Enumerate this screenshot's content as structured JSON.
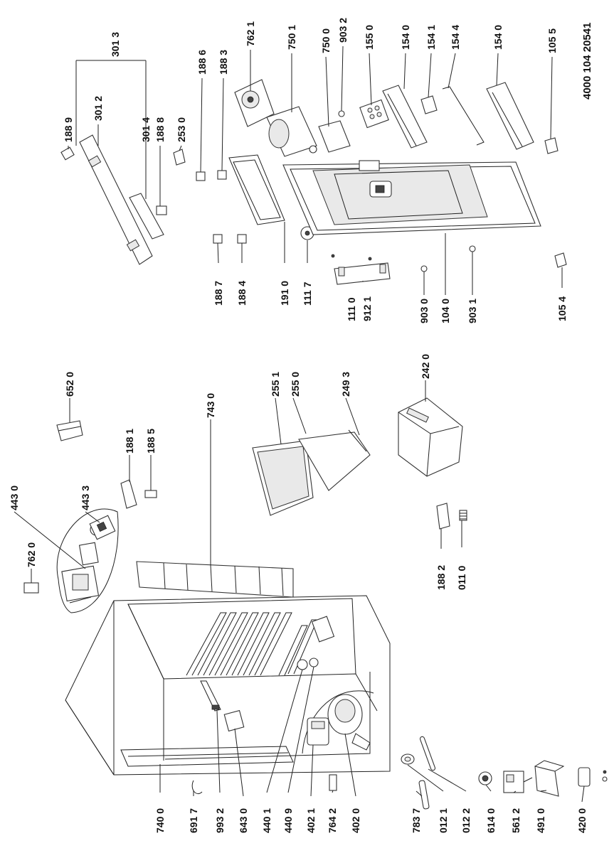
{
  "document_number": "4000 104 20541",
  "part_labels": [
    "740 0",
    "691 7",
    "993 2",
    "643 0",
    "440 1",
    "440 9",
    "402 1",
    "764 2",
    "402 0",
    "783 7",
    "012 1",
    "012 2",
    "614 0",
    "561 2",
    "491 0",
    "420 0",
    "762 0",
    "443 0",
    "443 3",
    "188 1",
    "188 5",
    "652 0",
    "743 0",
    "255 1",
    "255 0",
    "249 3",
    "242 0",
    "188 2",
    "011 0",
    "188 7",
    "188 4",
    "191 0",
    "111 7",
    "111 0",
    "912 1",
    "903 0",
    "104 0",
    "903 1",
    "105 4",
    "188 9",
    "301 2",
    "301 3",
    "301 4",
    "188 8",
    "253 0",
    "188 6",
    "188 3",
    "762 1",
    "750 1",
    "750 0",
    "903 2",
    "155 0",
    "154 0",
    "154 1",
    "154 4",
    "154 0",
    "105 5"
  ]
}
